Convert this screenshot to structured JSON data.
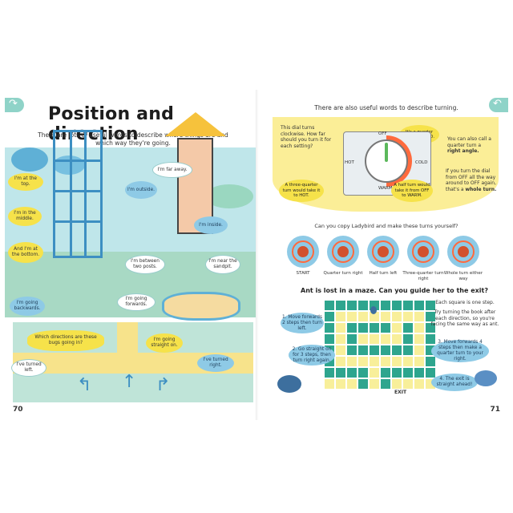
{
  "left_page": {
    "title": "Position and direction",
    "intro": "There are lots of useful words to describe where things are and which way they're going.",
    "bubbles": {
      "at_top": "I'm at the top.",
      "far_away": "I'm far away.",
      "outside": "I'm outside.",
      "in_middle": "I'm in the middle.",
      "inside": "I'm inside.",
      "at_bottom": "And I'm at the bottom.",
      "between_posts": "I'm between two posts.",
      "near_sandpit": "I'm near the sandpit.",
      "going_backwards": "I'm going backwards.",
      "going_forwards": "I'm going forwards.",
      "which_directions": "Which directions are these bugs going in?",
      "turned_left": "I've turned left.",
      "straight_on": "I'm going straight on.",
      "turned_right": "I've turned right."
    },
    "page_number": "70"
  },
  "right_page": {
    "heading": "There are also useful words to describe turning.",
    "dial_text": "This dial turns clockwise. How far should you turn it for each setting?",
    "dial_labels": {
      "off": "OFF",
      "hot": "HOT",
      "cold": "COLD",
      "warm": "WARM"
    },
    "quarter_turn": "It's a quarter turn for COLD.",
    "three_quarter_turn": "A three-quarter turn would take it to HOT.",
    "half_turn": "A half turn would take it from OFF to WARM.",
    "right_angle_text_1": "You can also call a quarter turn a",
    "right_angle_bold": "right angle.",
    "whole_turn_text_1": "If you turn the dial from OFF all the way around to OFF again, that's a",
    "whole_turn_bold": "whole turn.",
    "turns_title": "Can you copy Ladybird and make these turns yourself?",
    "turns": [
      {
        "label": "START"
      },
      {
        "label": "Quarter turn right"
      },
      {
        "label": "Half turn left"
      },
      {
        "label": "Three-quarter turn right"
      },
      {
        "label": "Whole turn either way"
      }
    ],
    "maze_title": "Ant is lost in a maze. Can you guide her to the exit?",
    "each_square": "Each square is one step.",
    "try_turning": "Try turning the book after each direction, so you're facing the same way as ant.",
    "steps": [
      "1. Move forwards 2 steps then turn left.",
      "2. Go straight on for 3 steps, then turn right again.",
      "3. Move forwards 4 steps then make a quarter turn to your right.",
      "4. The exit is straight ahead!"
    ],
    "exit_label": "EXIT",
    "page_number": "71"
  },
  "colors": {
    "teal": "#2ea58e",
    "yellow": "#f6e24a",
    "blue": "#8ecae6",
    "orange": "#ff6a3d"
  }
}
